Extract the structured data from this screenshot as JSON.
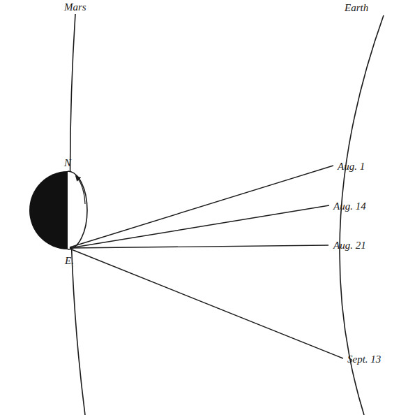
{
  "diagram": {
    "labels": [
      "Mars",
      "Earth",
      "N",
      "E.",
      "Aug. 1",
      "Aug. 14",
      "Aug. 21",
      "Sept. 13"
    ]
  }
}
